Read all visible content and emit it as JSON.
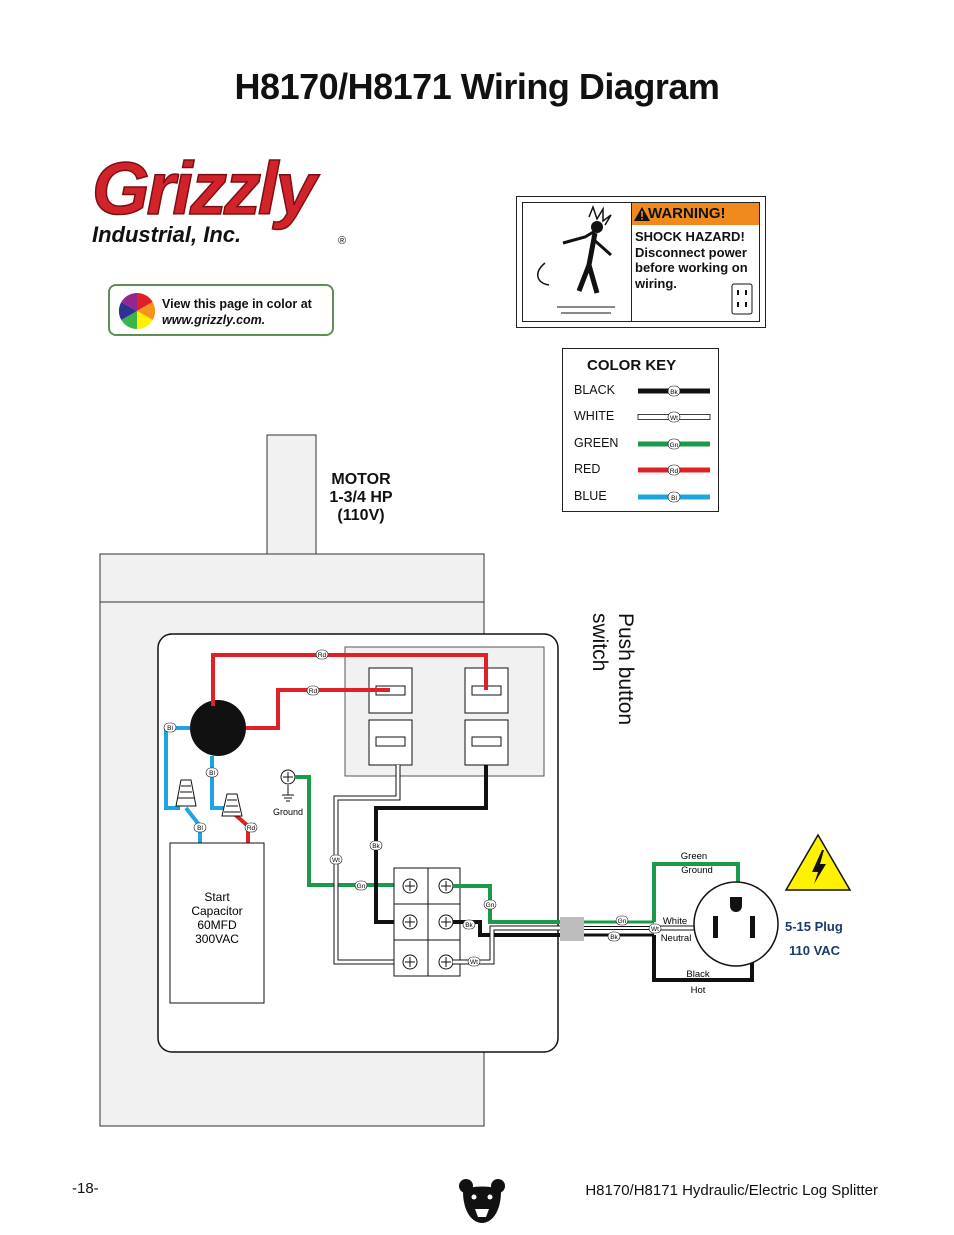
{
  "title": "H8170/H8171 Wiring Diagram",
  "logo": {
    "brand": "Grizzly",
    "subtitle": "Industrial, Inc.",
    "registered": "®"
  },
  "color_note": {
    "line1": "View this page in color at",
    "line2": "www.grizzly.com."
  },
  "warning": {
    "header": "WARNING!",
    "hazard": "SHOCK HAZARD!",
    "line1": "Disconnect power",
    "line2": "before working on",
    "line3": "wiring."
  },
  "color_key": {
    "title": "COLOR KEY",
    "items": [
      {
        "label": "BLACK",
        "code": "Bk",
        "color": "#111111"
      },
      {
        "label": "WHITE",
        "code": "Wt",
        "color": "#ffffff"
      },
      {
        "label": "GREEN",
        "code": "Gn",
        "color": "#1a9a4a"
      },
      {
        "label": "RED",
        "code": "Rd",
        "color": "#e02027"
      },
      {
        "label": "BLUE",
        "code": "Bl",
        "color": "#1ea5e0"
      }
    ]
  },
  "motor": {
    "line1": "MOTOR",
    "line2": "1-3/4 HP",
    "line3": "(110V)"
  },
  "push_button": {
    "line1": "Push button",
    "line2": "switch"
  },
  "capacitor": {
    "line1": "Start",
    "line2": "Capacitor",
    "line3": "60MFD",
    "line4": "300VAC"
  },
  "ground_label": "Ground",
  "plug": {
    "green": "Green",
    "ground": "Ground",
    "white": "White",
    "neutral": "Neutral",
    "black": "Black",
    "hot": "Hot",
    "type": "5-15 Plug",
    "voltage": "110 VAC"
  },
  "wire_tags": {
    "rd": "Rd",
    "bl": "Bl",
    "bk": "Bk",
    "wt": "Wt",
    "gn": "Gn"
  },
  "footer": {
    "page": "-18-",
    "doc": "H8170/H8171 Hydraulic/Electric Log Splitter"
  }
}
